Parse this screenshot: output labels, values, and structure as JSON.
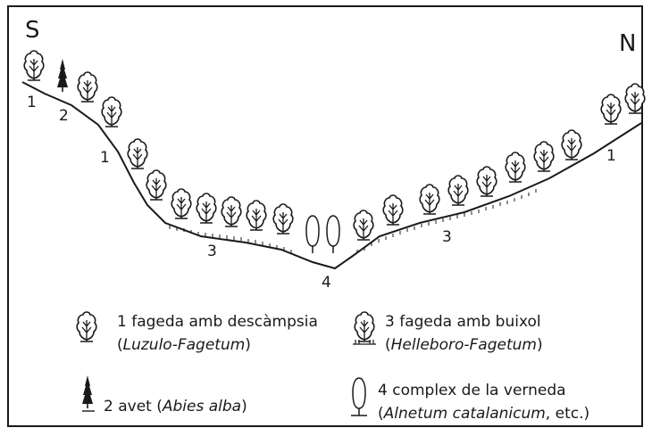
{
  "directions": {
    "south": "S",
    "north": "N"
  },
  "profile_labels": {
    "beech_upper_left_top": "1",
    "fir": "2",
    "beech_upper_left_mid": "1",
    "beech_upper_right": "1",
    "box_beech_left": "3",
    "box_beech_right": "3",
    "alder_valley": "4"
  },
  "legend": [
    {
      "number": "1",
      "name": "fageda amb descàmpsia",
      "latin": "Luzulo-Fagetum",
      "icon": "deciduous-tree-icon"
    },
    {
      "number": "3",
      "name": "fageda amb buixol",
      "latin": "Helleboro-Fagetum",
      "icon": "deciduous-tree-with-grass-icon"
    },
    {
      "number": "2",
      "name": "avet",
      "latin": "Abies alba",
      "icon": "fir-tree-icon"
    },
    {
      "number": "4",
      "name": "complex de la verneda",
      "latin": "Alnetum catalanicum",
      "latin_suffix": ", etc.",
      "icon": "alder-tree-icon"
    }
  ],
  "colors": {
    "ink": "#1a1a1a",
    "paper": "#ffffff"
  }
}
